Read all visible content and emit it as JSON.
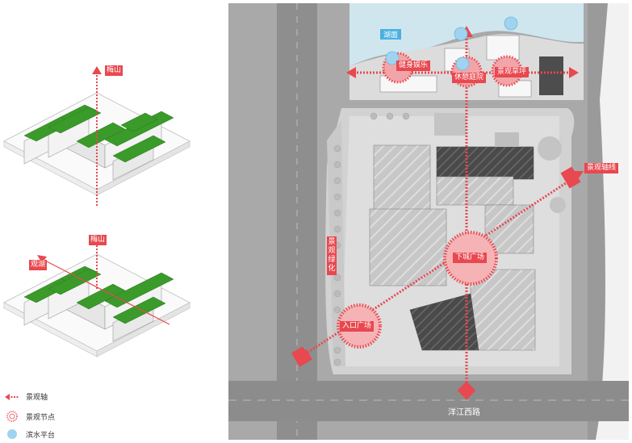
{
  "diagram_a": {
    "mountain_label": "梅山"
  },
  "diagram_b": {
    "mountain_label": "梅山",
    "lake_label": "观湖"
  },
  "legend": {
    "axis_label": "景观轴",
    "node_label": "景观节点",
    "platform_label": "滨水平台"
  },
  "map": {
    "lake_label": "湖面",
    "fitness_label": "健身娱乐",
    "garden_label": "休憩庭院",
    "lawn_label": "景观草坪",
    "axis_label": "景观轴线",
    "green_label": "景观绿化",
    "sunken_plaza_label": "下城广场",
    "entrance_plaza_label": "入口广场",
    "road_label": "洋江西路"
  },
  "colors": {
    "accent": "#e8484f",
    "green": "#3a9a2a",
    "water": "#cfe6ef",
    "platform": "#9fd3f0"
  }
}
